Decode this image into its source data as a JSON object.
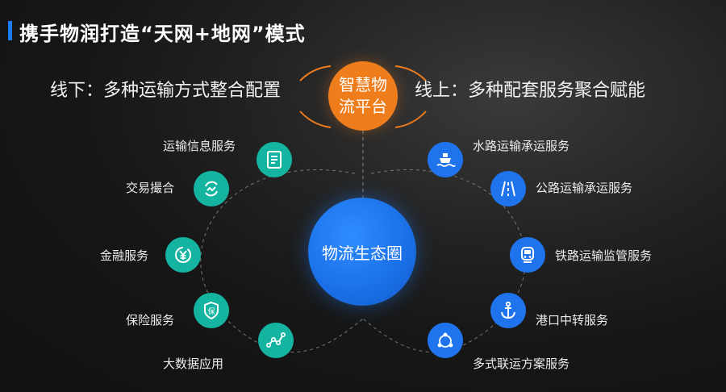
{
  "title": "携手物润打造“天网+地网”模式",
  "offline_text": "线下：多种运输方式整合配置",
  "online_text": "线上：多种配套服务聚合赋能",
  "platform": {
    "line1": "智慧物",
    "line2": "流平台"
  },
  "center_label": "物流生态圈",
  "left_nodes": [
    {
      "label": "运输信息服务",
      "icon": "document-icon"
    },
    {
      "label": "交易撮合",
      "icon": "exchange-icon"
    },
    {
      "label": "金融服务",
      "icon": "yuan-icon"
    },
    {
      "label": "保险服务",
      "icon": "shield-icon"
    },
    {
      "label": "大数据应用",
      "icon": "chart-icon"
    }
  ],
  "right_nodes": [
    {
      "label": "水路运输承运服务",
      "icon": "ship-icon"
    },
    {
      "label": "公路运输承运服务",
      "icon": "road-icon"
    },
    {
      "label": "铁路运输监管服务",
      "icon": "train-icon"
    },
    {
      "label": "港口中转服务",
      "icon": "anchor-icon"
    },
    {
      "label": "多式联运方案服务",
      "icon": "network-icon"
    }
  ],
  "shield_glyph": "保",
  "colors": {
    "accent_blue": "#1e7bf2",
    "platform_orange": "#f07d1c",
    "teal": "#14b4a0",
    "node_blue": "#1f74ee"
  }
}
